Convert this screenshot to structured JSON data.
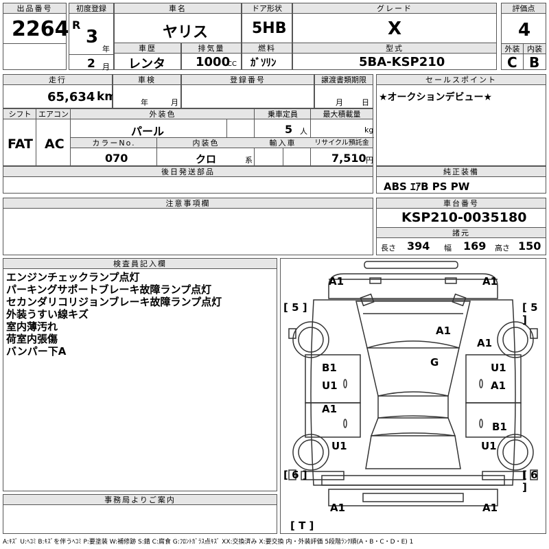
{
  "headers": {
    "lot_no": "出品番号",
    "first_reg": "初度登録",
    "car_name": "車名",
    "door": "ドア形状",
    "grade": "グレード",
    "score": "評価点",
    "history": "車歴",
    "displacement": "排気量",
    "fuel": "燃料",
    "model_type": "型式",
    "exterior": "外装",
    "interior": "内装",
    "mileage": "走行",
    "inspection": "車検",
    "reg_no": "登録番号",
    "transfer_doc": "譲渡書類期限",
    "sales_point": "セールスポイント",
    "shift": "シフト",
    "aircon": "エアコン",
    "ext_color": "外装色",
    "capacity": "乗車定員",
    "max_load": "最大積載量",
    "color_no": "カラーNo.",
    "int_color": "内装色",
    "import": "輸入車",
    "recycle": "リサイクル預託金",
    "later_parts": "後日発送部品",
    "equipment": "純正装備",
    "caution": "注意事項欄",
    "chassis_no": "車台番号",
    "specs": "諸元",
    "inspector_notes": "検査員記入欄",
    "office": "事務局よりご案内"
  },
  "lot_no": "2264",
  "era": "R",
  "year": "3",
  "year_unit": "年",
  "month": "2",
  "month_unit": "月",
  "car_name": "ヤリス",
  "door": "5HB",
  "grade": "X",
  "score": "4",
  "history": "レンタ",
  "displacement": "1000",
  "displacement_unit": "CC",
  "fuel": "ｶﾞｿﾘﾝ",
  "model_type": "5BA-KSP210",
  "exterior_grade": "C",
  "interior_grade": "B",
  "mileage": "65,634",
  "mileage_unit": "km",
  "insp_year_unit": "年",
  "insp_month_unit": "月",
  "transfer_month_unit": "月",
  "transfer_day_unit": "日",
  "sales_point": "★オークションデビュー★",
  "shift": "FAT",
  "aircon": "AC",
  "ext_color": "パール",
  "capacity": "5",
  "capacity_unit": "人",
  "max_load_unit": "kg",
  "color_no": "070",
  "int_color": "クロ",
  "int_color_suffix": "系",
  "recycle": "7,510",
  "recycle_unit": "円",
  "equipment": "ABS ｴｱB PS PW",
  "chassis_no": "KSP210-0035180",
  "spec_length_label": "長さ",
  "spec_length": "394",
  "spec_width_label": "幅",
  "spec_width": "169",
  "spec_height_label": "高さ",
  "spec_height": "150",
  "inspector_notes": [
    "エンジンチェックランプ点灯",
    "パーキングサポートブレーキ故障ランプ点灯",
    "セカンダリコリジョンブレーキ故障ランプ点灯",
    "外装うすい線キズ",
    "室内薄汚れ",
    "荷室内張傷",
    "バンパー下A"
  ],
  "diagram": {
    "panel_left_top": "[ 5 ]",
    "panel_right_top": "[ 5 ]",
    "panel_left_bottom": "[ 6 ]",
    "panel_right_bottom": "[ 6 ]",
    "panel_rear": "[ T ]",
    "marks": [
      "A1",
      "A1",
      "A1",
      "A1",
      "G",
      "B1",
      "U1",
      "U1",
      "A1",
      "A1",
      "B1",
      "U1",
      "U1",
      "A1",
      "A1"
    ]
  },
  "legend": "A:ｷｽﾞ U:ﾍｺﾐ B:ｷｽﾞを伴うﾍｺﾐ P:要塗装 W:補修跡 S:錆 C:腐食 G:ﾌﾛﾝﾄｶﾞﾗｽ点ｷｽﾞ XX:交換済み X:要交換 内・外装評価 5段階ﾗﾝｸ順(A・B・C・D・E) 1"
}
